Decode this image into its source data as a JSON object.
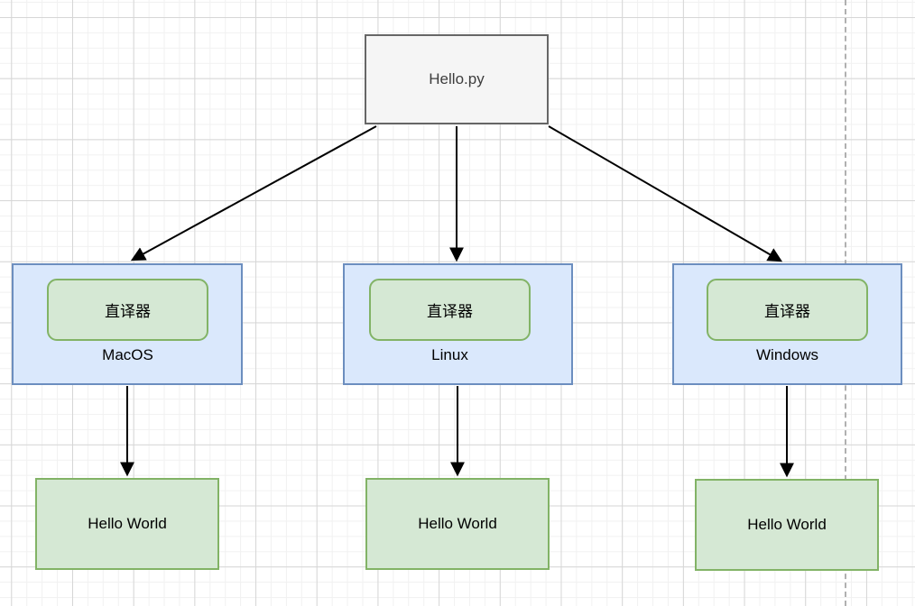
{
  "diagram": {
    "source_node": {
      "label": "Hello.py"
    },
    "platform_nodes": [
      {
        "interpreter": "直译器",
        "os": "MacOS"
      },
      {
        "interpreter": "直译器",
        "os": "Linux"
      },
      {
        "interpreter": "直译器",
        "os": "Windows"
      }
    ],
    "output_nodes": [
      {
        "label": "Hello World"
      },
      {
        "label": "Hello World"
      },
      {
        "label": "Hello World"
      }
    ],
    "edges": [
      {
        "from": "Hello.py",
        "to": "MacOS"
      },
      {
        "from": "Hello.py",
        "to": "Linux"
      },
      {
        "from": "Hello.py",
        "to": "Windows"
      },
      {
        "from": "MacOS",
        "to": "Hello World"
      },
      {
        "from": "Linux",
        "to": "Hello World"
      },
      {
        "from": "Windows",
        "to": "Hello World"
      }
    ],
    "colors": {
      "file_node_fill": "#f5f5f5",
      "file_node_border": "#666666",
      "file_node_text": "#3d3d3d",
      "platform_fill": "#dae8fc",
      "platform_border": "#6c8ebf",
      "interpreter_fill": "#d5e8d4",
      "interpreter_border": "#82b366",
      "output_fill": "#d5e8d4",
      "output_border": "#82b366",
      "edge_color": "#000000",
      "grid_minor": "#f1f1f1",
      "grid_major": "#d6d6d6",
      "page_boundary": "#b0b0b0"
    }
  }
}
